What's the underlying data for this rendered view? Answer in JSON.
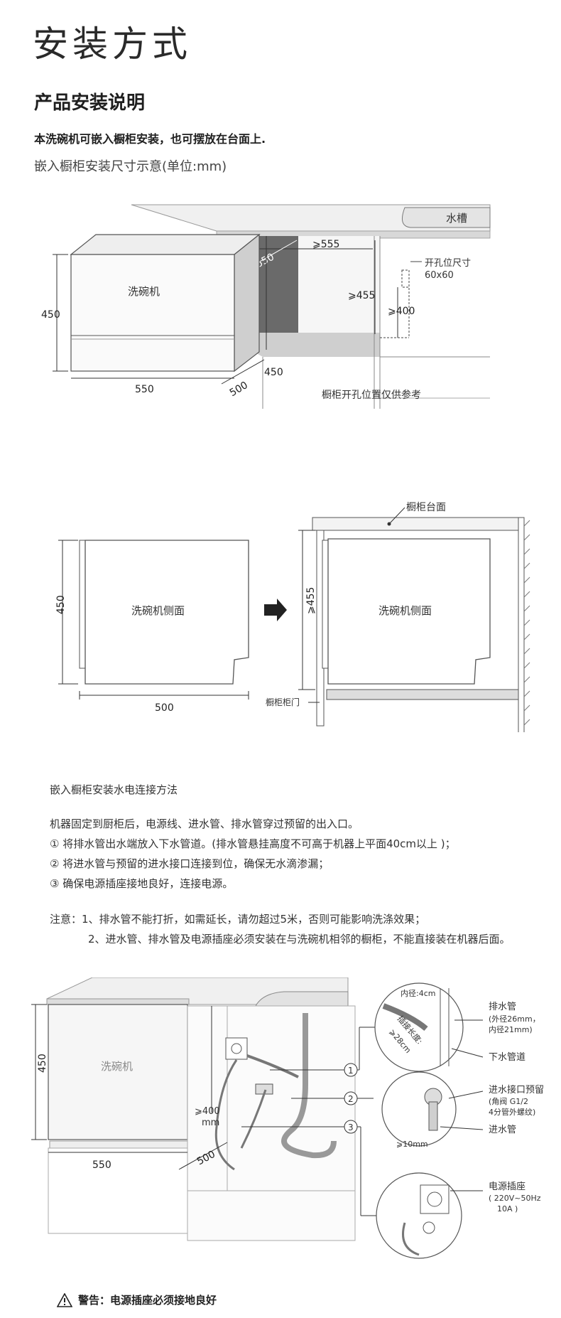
{
  "page": {
    "title": "安装方式",
    "heading": "产品安装说明",
    "intro_bold": "本洗碗机可嵌入橱柜安装，也可摆放在台面上.",
    "dim_caption": "嵌入橱柜安装尺寸示意(单位:mm)"
  },
  "fig1": {
    "sink": "水槽",
    "dishwasher": "洗碗机",
    "d555": "⩾555",
    "d550": "⩾550",
    "d455": "⩾455",
    "d400": "⩾400",
    "hole_size": "开孔位尺寸",
    "hole_dim": "60x60",
    "h450": "450",
    "h450b": "450",
    "w550": "550",
    "d500": "500",
    "note": "橱柜开孔位置仅供参考"
  },
  "fig2": {
    "left_label": "洗碗机侧面",
    "right_label": "洗碗机侧面",
    "h450": "450",
    "w500": "500",
    "h455": "⩾455",
    "countertop": "橱柜台面",
    "door": "橱柜柜门"
  },
  "connection": {
    "title": "嵌入橱柜安装水电连接方法",
    "lines": [
      "机器固定到厨柜后，电源线、进水管、排水管穿过预留的出入口。",
      "① 将排水管出水端放入下水管道。(排水管悬挂高度不可高于机器上平面40cm以上 )；",
      "② 将进水管与预留的进水接口连接到位，确保无水滴渗漏；",
      "③ 确保电源插座接地良好，连接电源。"
    ],
    "note1": "注意：1、排水管不能打折，如需延长，请勿超过5米，否则可能影响洗涤效果；",
    "note2": "2、进水管、排水管及电源插座必须安装在与洗碗机相邻的橱柜，不能直接装在机器后面。"
  },
  "fig3": {
    "dishwasher": "洗碗机",
    "h450": "450",
    "w550": "550",
    "d500": "500",
    "h400": "⩾400",
    "h400unit": "mm",
    "n1": "1",
    "n2": "2",
    "n3": "3",
    "inner_d": "内径:4cm",
    "insert_len": "插接长度:",
    "insert_val": "⩾28cm",
    "d10": "⩾10mm",
    "drain_hose": "排水管",
    "drain_spec1": "(外径26mm，",
    "drain_spec2": "内径21mm)",
    "sewer": "下水管道",
    "inlet_reserved": "进水接口预留",
    "inlet_spec1": "(角阀 G1/2",
    "inlet_spec2": "4分管外螺纹)",
    "inlet_hose": "进水管",
    "socket": "电源插座",
    "socket_spec1": "( 220V~50Hz",
    "socket_spec2": "10A )"
  },
  "warning": "警告：电源插座必须接地良好"
}
